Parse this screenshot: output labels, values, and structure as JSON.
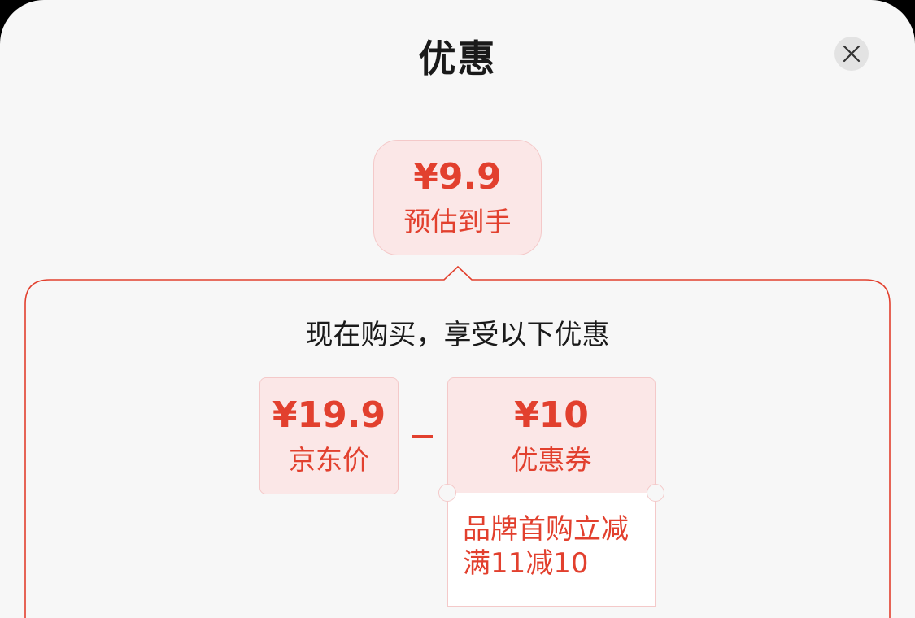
{
  "header": {
    "title": "优惠",
    "close_icon": "close-icon"
  },
  "summary": {
    "price": "¥9.9",
    "label": "预估到手"
  },
  "panel": {
    "title": "现在购买，享受以下优惠",
    "operator": "minus",
    "price_item": {
      "amount": "¥19.9",
      "label": "京东价"
    },
    "coupon_item": {
      "amount": "¥10",
      "label": "优惠券",
      "detail_line1": "品牌首购立减",
      "detail_line2": "满11减10"
    }
  },
  "colors": {
    "accent": "#e2402e",
    "tint": "#fbe7e7",
    "border": "#f4c9c9",
    "background": "#f7f7f7"
  }
}
